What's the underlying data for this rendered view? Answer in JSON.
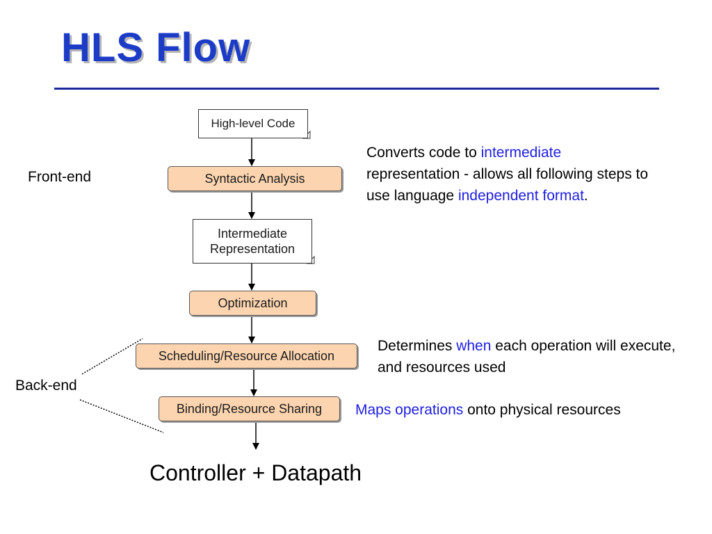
{
  "title": "HLS Flow",
  "flow": {
    "high_level_code": "High-level Code",
    "syntactic_analysis": "Syntactic Analysis",
    "intermediate_representation_line1": "Intermediate",
    "intermediate_representation_line2": "Representation",
    "optimization": "Optimization",
    "scheduling": "Scheduling/Resource Allocation",
    "binding": "Binding/Resource Sharing",
    "output": "Controller + Datapath"
  },
  "labels": {
    "front_end": "Front-end",
    "back_end": "Back-end"
  },
  "notes": {
    "frontend": {
      "t1": "Converts code to ",
      "t2": "intermediate",
      "t3": "representation - allows all following steps to use language ",
      "t4": "independent format",
      "t5": "."
    },
    "scheduling": {
      "t1": "Determines ",
      "t2": "when",
      "t3": " each operation will execute, and resources used"
    },
    "binding": {
      "t1": "Maps operations",
      "t2": " onto physical resources"
    }
  },
  "colors": {
    "title": "#1c3cc8",
    "highlight": "#1e1ee0",
    "process_fill": "#fcd5b0"
  }
}
